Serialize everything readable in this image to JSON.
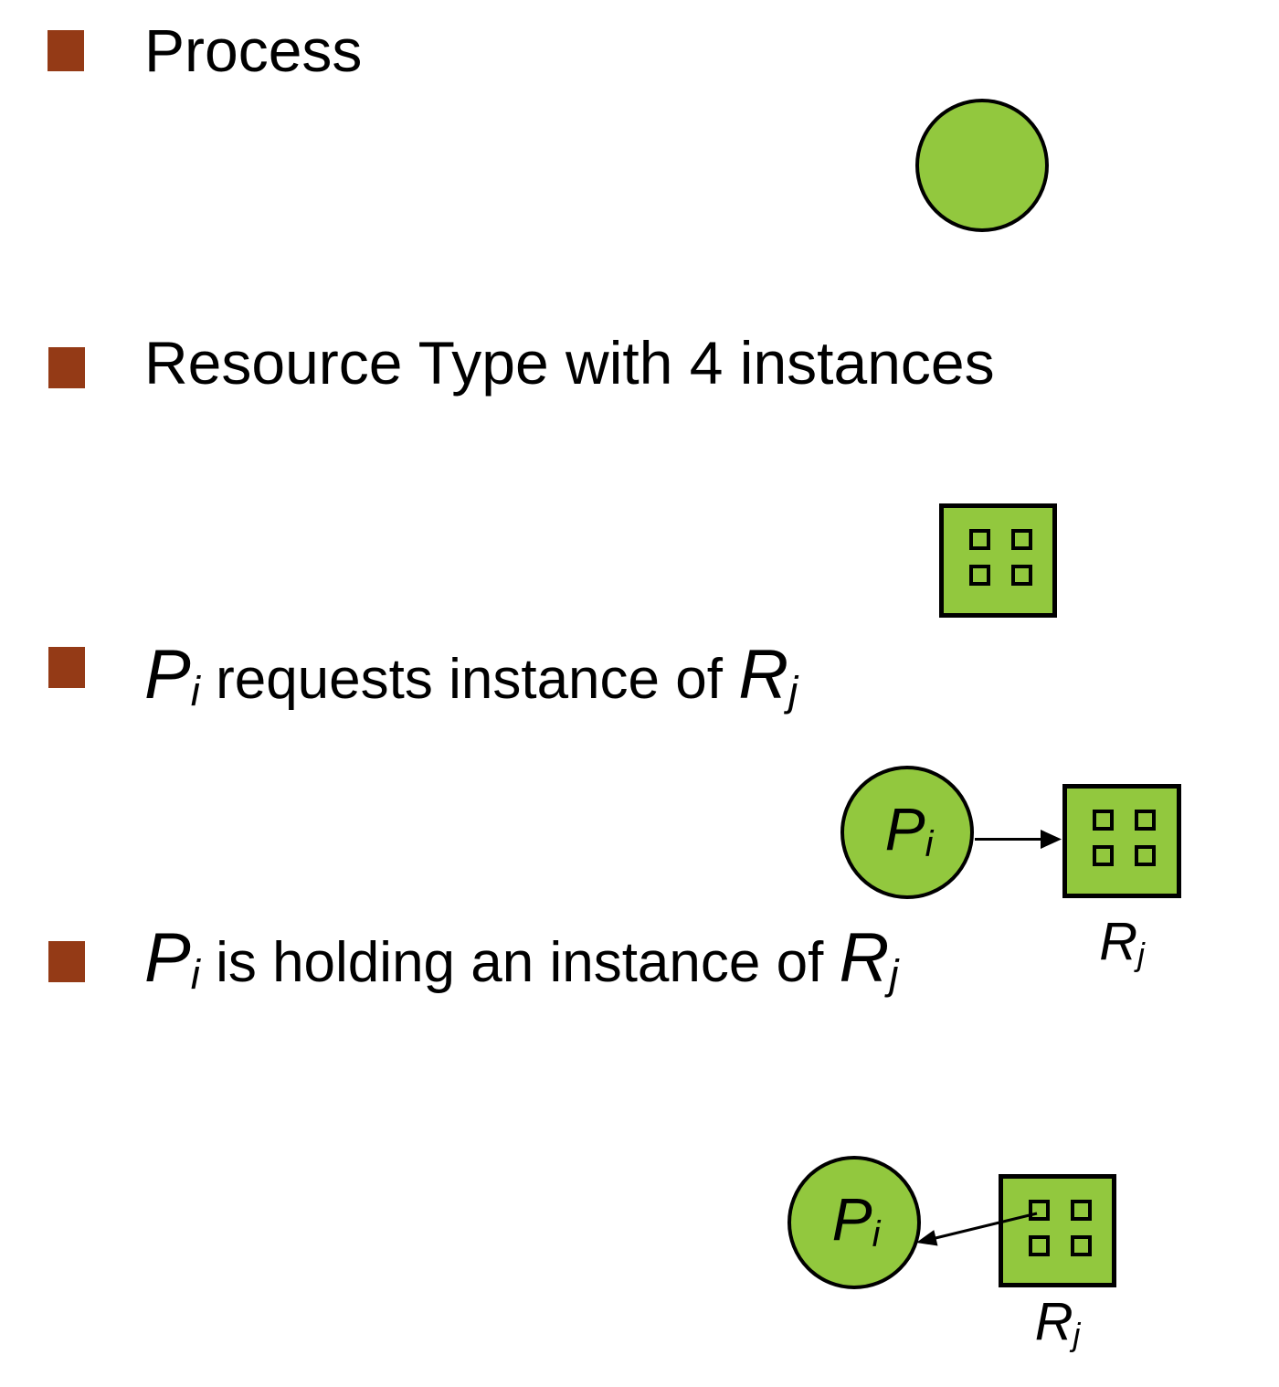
{
  "colors": {
    "bullet_marker": "#943A16",
    "node_fill": "#92C83E",
    "node_stroke": "#000000",
    "text": "#000000",
    "background": "#ffffff"
  },
  "bullets": [
    {
      "label": "Process"
    },
    {
      "label": "Resource Type with 4 instances"
    },
    {
      "var1": "P",
      "var1_sub": "i",
      "mid": " requests instance of ",
      "var2": "R",
      "var2_sub": "j"
    },
    {
      "var1": "P",
      "var1_sub": "i",
      "mid": " is holding an instance of ",
      "var2": "R",
      "var2_sub": "j"
    }
  ],
  "diagrams": {
    "resource_node": {
      "instance_count": 4
    },
    "request_edge": {
      "process_label": "P",
      "process_sub": "i",
      "resource_label": "R",
      "resource_sub": "j",
      "instance_count": 4
    },
    "holding_edge": {
      "process_label": "P",
      "process_sub": "i",
      "resource_label": "R",
      "resource_sub": "j",
      "instance_count": 4
    }
  }
}
